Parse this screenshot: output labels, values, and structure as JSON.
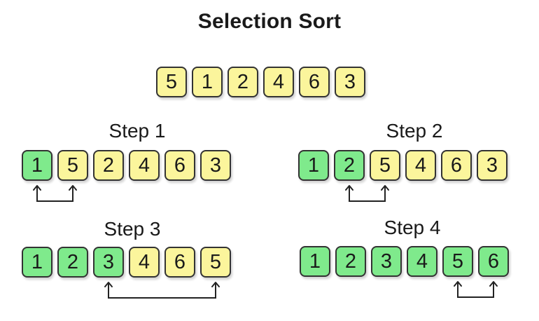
{
  "title": "Selection Sort",
  "initial": {
    "cells": [
      {
        "value": "5",
        "color": "yellow"
      },
      {
        "value": "1",
        "color": "yellow"
      },
      {
        "value": "2",
        "color": "yellow"
      },
      {
        "value": "4",
        "color": "yellow"
      },
      {
        "value": "6",
        "color": "yellow"
      },
      {
        "value": "3",
        "color": "yellow"
      }
    ]
  },
  "steps": [
    {
      "label": "Step 1",
      "cells": [
        {
          "value": "1",
          "color": "green"
        },
        {
          "value": "5",
          "color": "yellow"
        },
        {
          "value": "2",
          "color": "yellow"
        },
        {
          "value": "4",
          "color": "yellow"
        },
        {
          "value": "6",
          "color": "yellow"
        },
        {
          "value": "3",
          "color": "yellow"
        }
      ],
      "swap": [
        0,
        1
      ]
    },
    {
      "label": "Step 2",
      "cells": [
        {
          "value": "1",
          "color": "green"
        },
        {
          "value": "2",
          "color": "green"
        },
        {
          "value": "5",
          "color": "yellow"
        },
        {
          "value": "4",
          "color": "yellow"
        },
        {
          "value": "6",
          "color": "yellow"
        },
        {
          "value": "3",
          "color": "yellow"
        }
      ],
      "swap": [
        1,
        2
      ]
    },
    {
      "label": "Step 3",
      "cells": [
        {
          "value": "1",
          "color": "green"
        },
        {
          "value": "2",
          "color": "green"
        },
        {
          "value": "3",
          "color": "green"
        },
        {
          "value": "4",
          "color": "yellow"
        },
        {
          "value": "6",
          "color": "yellow"
        },
        {
          "value": "5",
          "color": "yellow"
        }
      ],
      "swap": [
        2,
        5
      ]
    },
    {
      "label": "Step 4",
      "cells": [
        {
          "value": "1",
          "color": "green"
        },
        {
          "value": "2",
          "color": "green"
        },
        {
          "value": "3",
          "color": "green"
        },
        {
          "value": "4",
          "color": "green"
        },
        {
          "value": "5",
          "color": "green"
        },
        {
          "value": "6",
          "color": "green"
        }
      ],
      "swap": [
        4,
        5
      ]
    }
  ],
  "colors": {
    "yellow": "#fbf59c",
    "green": "#7fea8c",
    "border": "#333333",
    "arrow": "#222222"
  }
}
